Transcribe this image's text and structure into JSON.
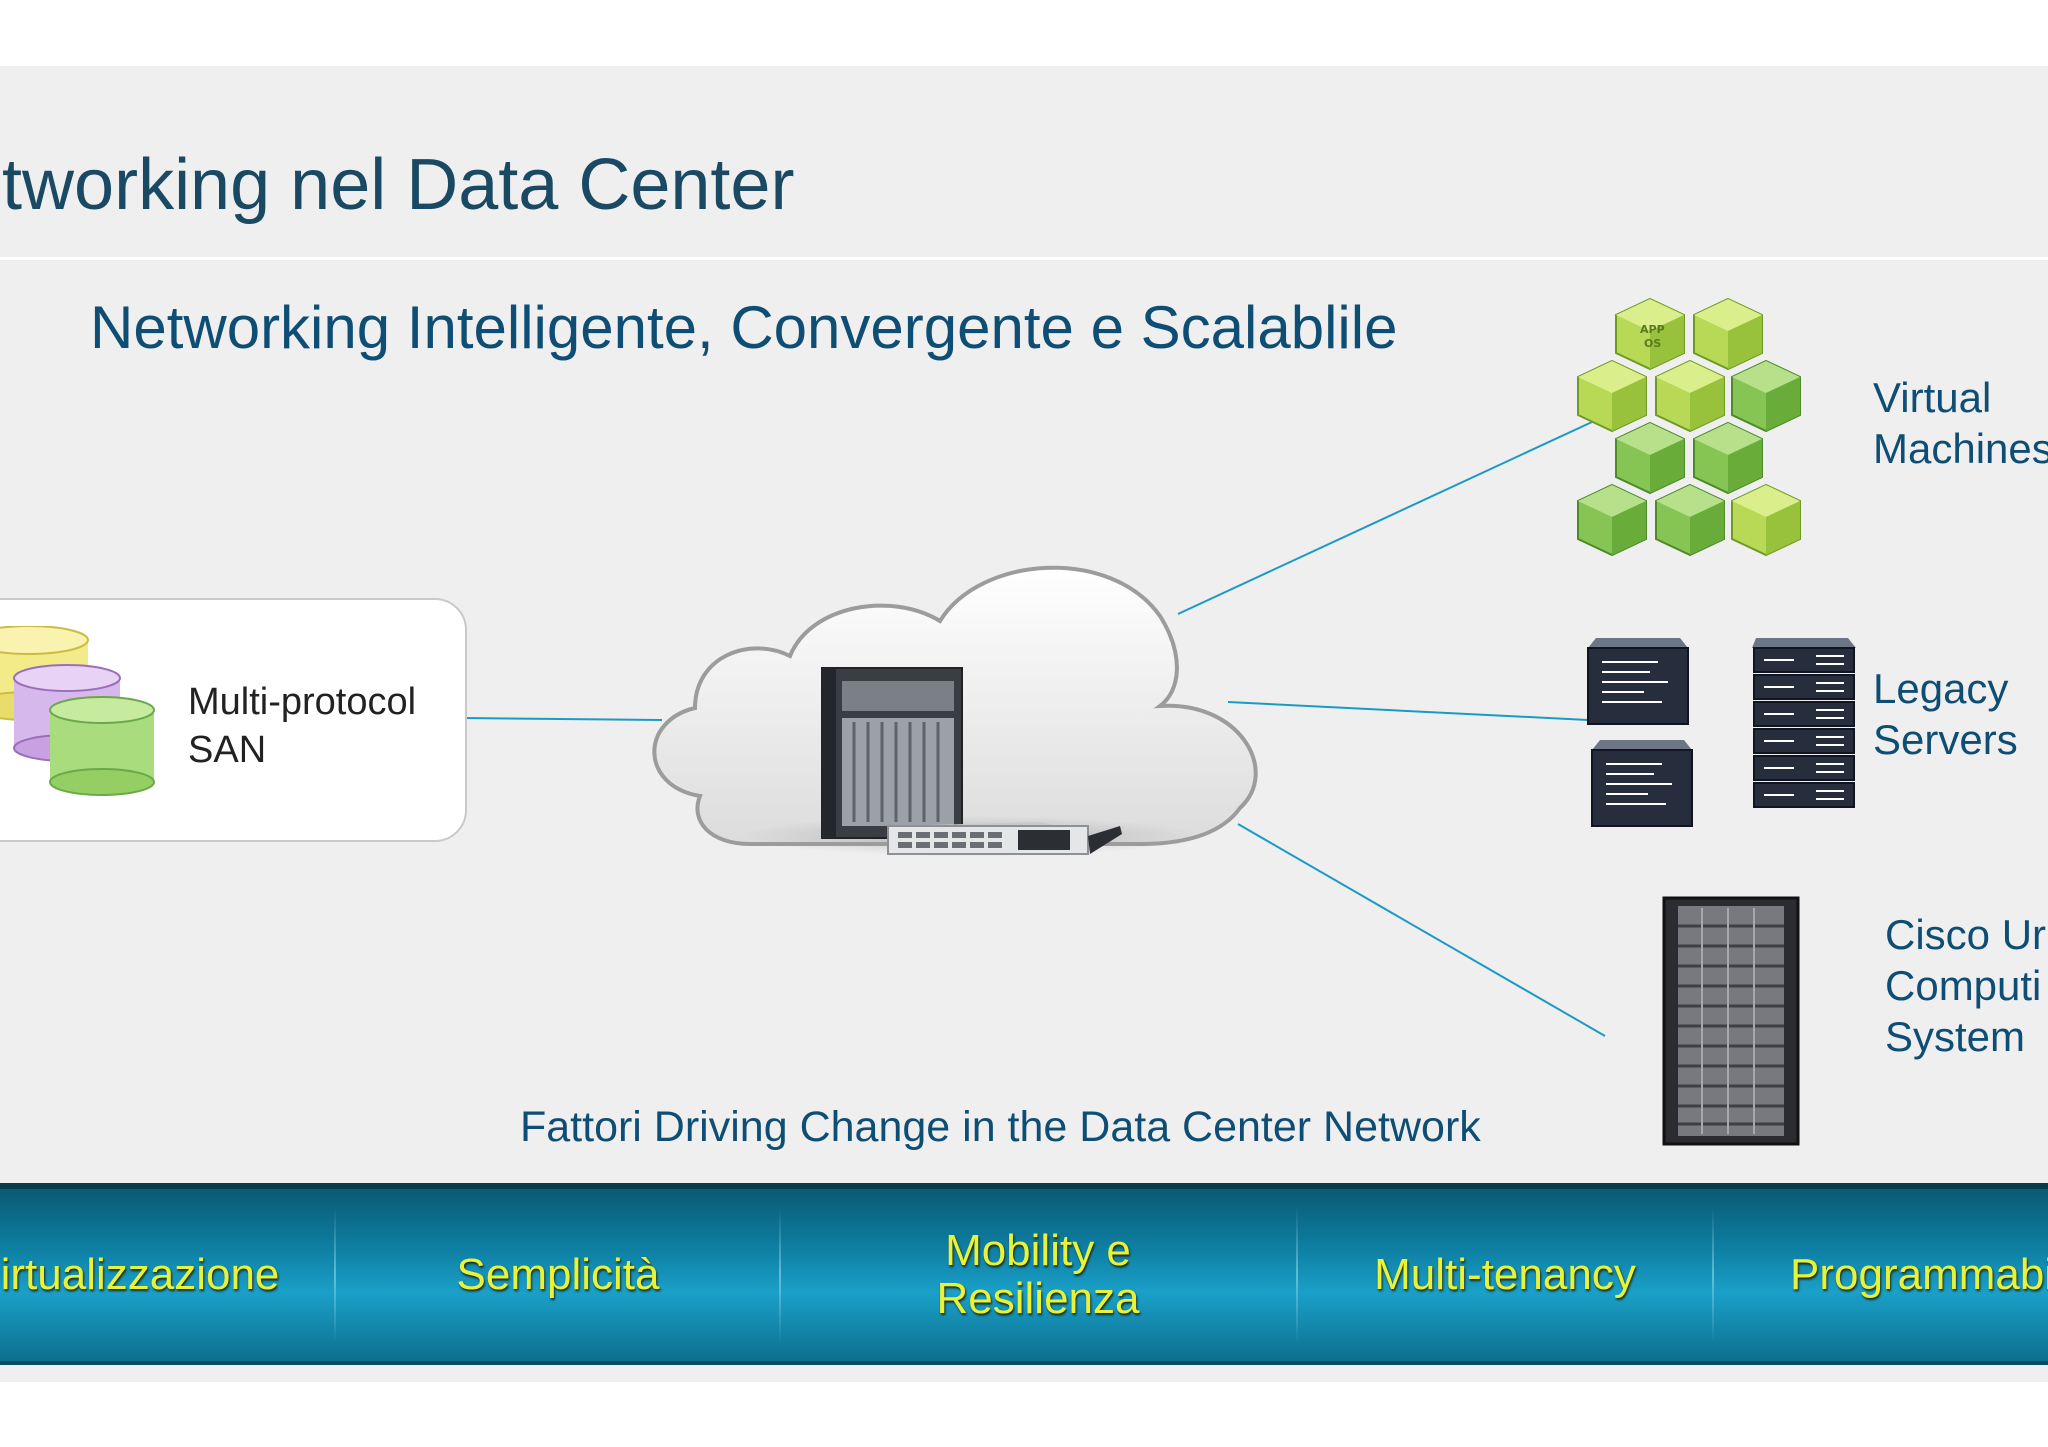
{
  "title": "etworking nel Data Center",
  "subtitle": "Networking Intelligente, Convergente e Scalablile",
  "san": {
    "line1": "Multi-protocol",
    "line2": "SAN"
  },
  "endpoints": {
    "vm": {
      "line1": "Virtual",
      "line2": "Machines"
    },
    "legacy": {
      "line1": "Legacy",
      "line2": "Servers"
    },
    "ucs": {
      "line1": "Cisco Ur",
      "line2": "Computi",
      "line3": "System"
    }
  },
  "vm_cube_labels": [
    "APP",
    "OS"
  ],
  "caption": "Fattori Driving Change in the Data Center Network",
  "factors": [
    {
      "line1": "irtualizzazione"
    },
    {
      "line1": "Semplicità"
    },
    {
      "line1": "Mobility e",
      "line2": "Resilienza"
    },
    {
      "line1": "Multi-tenancy"
    },
    {
      "line1": "Programmabi"
    }
  ],
  "colors": {
    "title": "#1a4a63",
    "accent_text": "#0f4e74",
    "link_line": "#1b9ac6",
    "factor_text": "#e9f23a",
    "bar": "#0e7fa3"
  }
}
